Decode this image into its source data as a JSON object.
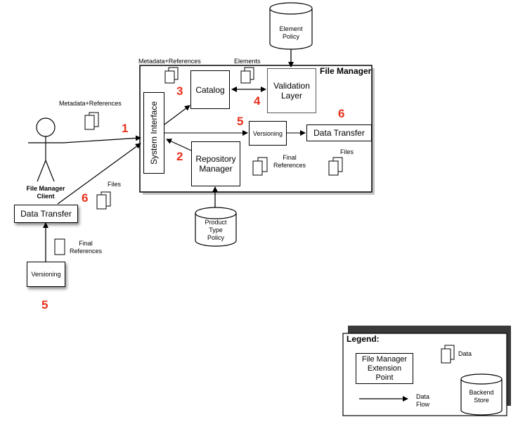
{
  "file_manager": {
    "title": "File Manager",
    "system_interface": "System Interface",
    "catalog": "Catalog",
    "validation_layer": [
      "Validation",
      "Layer"
    ],
    "versioning": "Versioning",
    "data_transfer": "Data Transfer",
    "repository_manager": [
      "Repository",
      "Manager"
    ]
  },
  "stores": {
    "element_policy": [
      "Element",
      "Policy"
    ],
    "product_type_policy": [
      "Product",
      "Type",
      "Policy"
    ]
  },
  "client": {
    "name": [
      "File Manager",
      "Client"
    ],
    "data_transfer": "Data Transfer",
    "versioning": "Versioning"
  },
  "labels": {
    "metadata_refs_top": "Metadata+References",
    "elements": "Elements",
    "metadata_refs_left": "Metadata+References",
    "final_refs_inner": [
      "Final",
      "References"
    ],
    "files_inner": "Files",
    "files_outer": "Files",
    "final_refs_outer": [
      "Final",
      "References"
    ]
  },
  "steps": {
    "s1": "1",
    "s2": "2",
    "s3": "3",
    "s4": "4",
    "s5_inner": "5",
    "s6_inner": "6",
    "s6_outer": "6",
    "s5_outer": "5"
  },
  "legend": {
    "title": "Legend:",
    "extension_point": [
      "File Manager",
      "Extension",
      "Point"
    ],
    "data": "Data",
    "data_flow": [
      "Data",
      "Flow"
    ],
    "backend_store": [
      "Backend",
      "Store"
    ]
  },
  "colors": {
    "step_number": "#e8301c",
    "legend_shadow": "#3a3a3a"
  }
}
